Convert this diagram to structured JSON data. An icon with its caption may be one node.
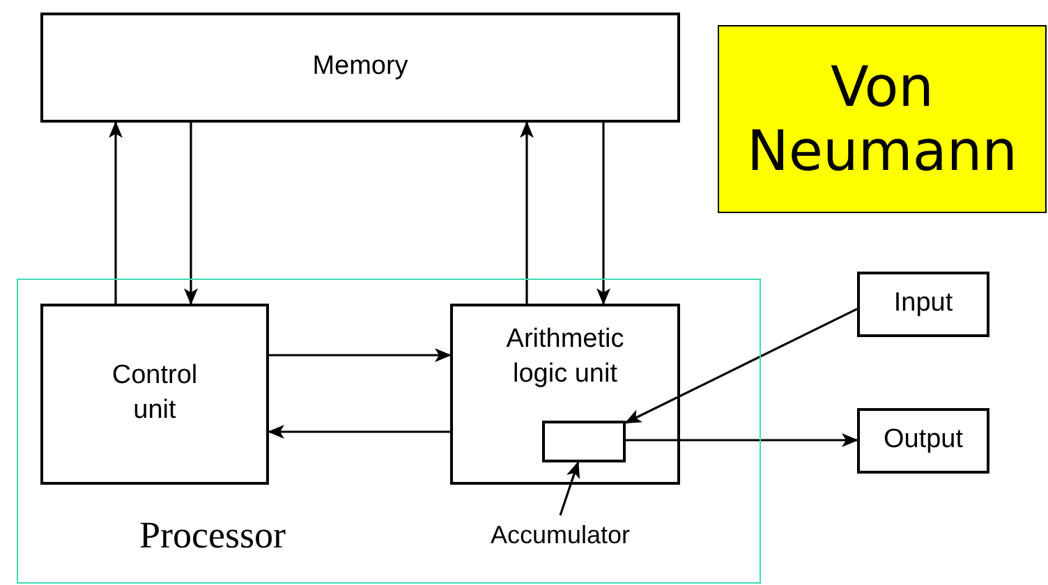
{
  "diagram": {
    "nodes": [
      {
        "text": [
          "Memory"
        ]
      },
      {
        "text": [
          "Von Neumann"
        ]
      },
      {
        "text": [
          "Processor"
        ]
      },
      {
        "text": [
          "Control unit"
        ],
        "in": 2
      },
      {
        "text": [
          "Arithmetic logic unit"
        ],
        "in": 2
      },
      {
        "text": [],
        "shape": "box",
        "in": 4
      },
      {
        "text": [
          "Accumulator"
        ],
        "in": 2
      },
      {
        "text": [
          "Input"
        ]
      },
      {
        "text": [
          "Output"
        ]
      }
    ],
    "edges": [
      {
        "from": 3,
        "to": 0,
        "arrow": "to"
      },
      {
        "from": 0,
        "to": 3,
        "arrow": "to"
      },
      {
        "from": 4,
        "to": 0,
        "arrow": "to"
      },
      {
        "from": 0,
        "to": 4,
        "arrow": "to"
      },
      {
        "from": 3,
        "to": 4,
        "arrow": "to"
      },
      {
        "from": 4,
        "to": 3,
        "arrow": "to"
      },
      {
        "from": 7,
        "to": 5,
        "arrow": "to"
      },
      {
        "from": 5,
        "to": 8,
        "arrow": "to"
      },
      {
        "from": 6,
        "to": 5,
        "arrow": "to"
      }
    ]
  }
}
